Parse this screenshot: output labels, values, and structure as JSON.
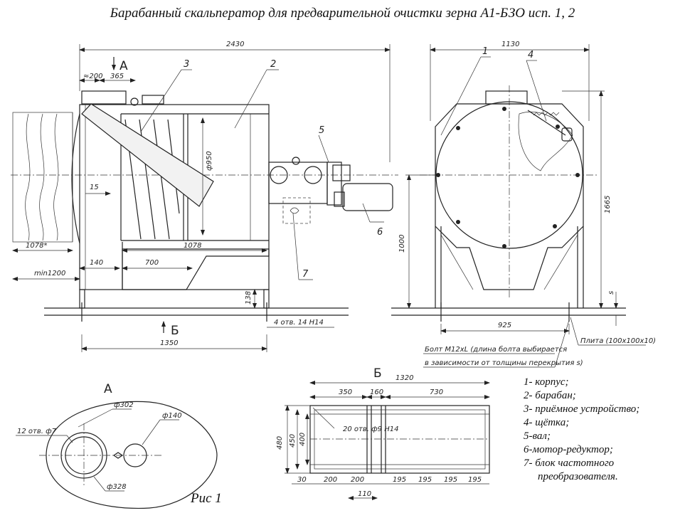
{
  "title": "Барабанный скальператор для предварительной очистки зерна А1-БЗО исп. 1, 2",
  "figure_caption": "Рис 1",
  "views": {
    "section_a": "А",
    "section_b": "Б"
  },
  "side_view": {
    "dims": {
      "overall_length": "2430",
      "inlet_offset": "≈200",
      "inlet_width": "365",
      "drum_diameter": "ф950",
      "gap": "15",
      "drum_length": "1078",
      "hopper_length": "700",
      "inner_offset": "140",
      "clearance": "min1200",
      "drum_pull_length": "1078*",
      "leg_height": "138",
      "base_length": "1350",
      "mount_holes": "4 отв. 14 Н14"
    },
    "callouts": [
      "3",
      "2",
      "5",
      "6",
      "7"
    ]
  },
  "front_view": {
    "dims": {
      "overall_width": "1130",
      "overall_height": "1665",
      "axis_height": "1000",
      "leg_span": "925",
      "floor_thickness": "s"
    },
    "callouts": [
      "1",
      "4"
    ],
    "bolt_note_line1": "Болт М12хL (длина болта выбирается",
    "bolt_note_line2": "в зависимости от толщины перекрытия s)",
    "plate_note": "Плита (100х100х10)"
  },
  "view_a": {
    "dims": {
      "holes": "12 отв. ф7",
      "inner_diameter": "ф302",
      "outer_diameter": "ф328",
      "small_diameter": "ф140"
    }
  },
  "view_b": {
    "dims": {
      "overall_length": "1320",
      "seg_350": "350",
      "seg_160": "160",
      "seg_730": "730",
      "height_480": "480",
      "height_450": "450",
      "height_400": "400",
      "holes": "20 отв. ф9 Н14",
      "bottom_30": "30",
      "bottom_200a": "200",
      "bottom_200b": "200",
      "bottom_195a": "195",
      "bottom_195b": "195",
      "bottom_195c": "195",
      "bottom_195d": "195",
      "bottom_110": "110"
    }
  },
  "legend": [
    "1- корпус;",
    "2- барабан;",
    "3- приёмное устройство;",
    "4- щётка;",
    "5-вал;",
    "6-мотор-редуктор;",
    "7- блок частотного",
    "преобразователя."
  ]
}
